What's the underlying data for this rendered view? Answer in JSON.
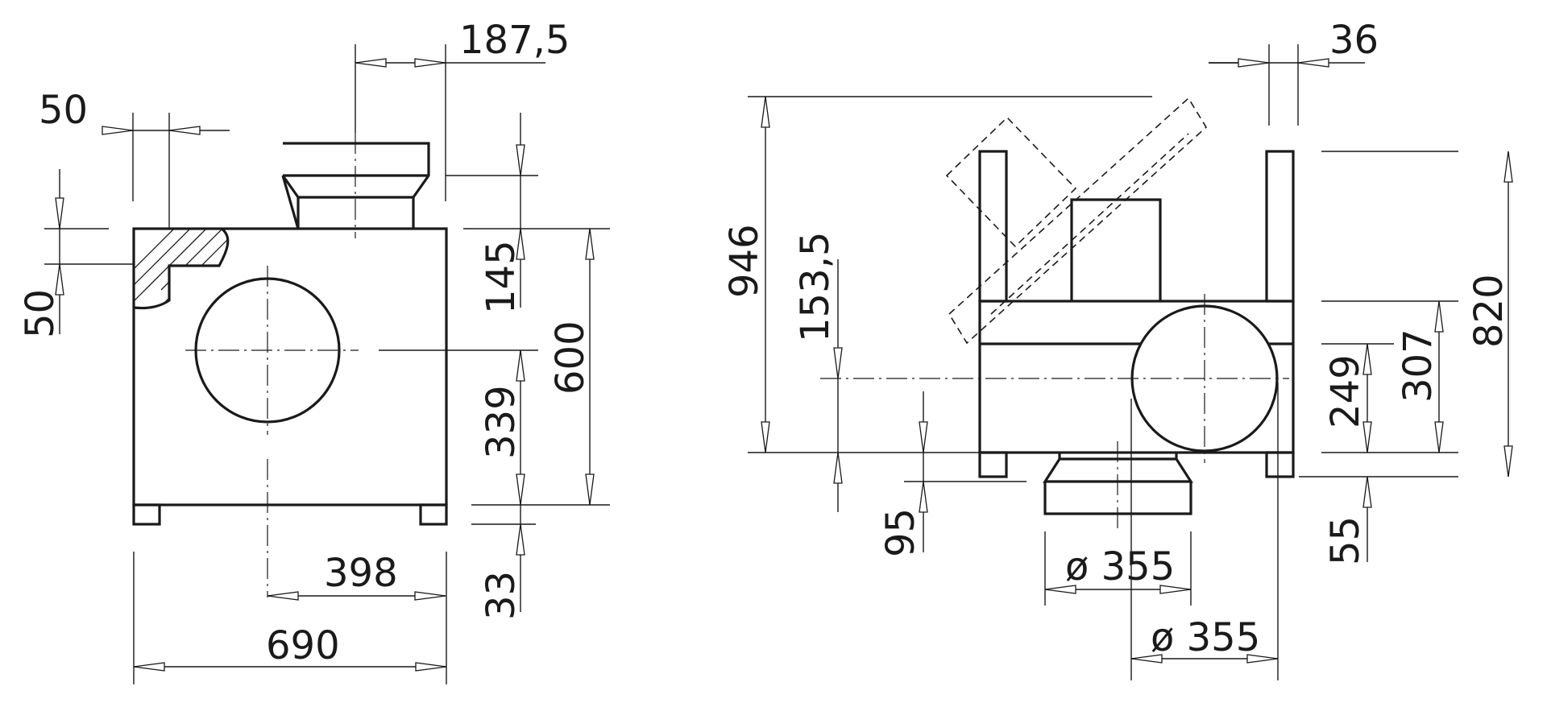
{
  "dimensions": {
    "left_top_offset": "187,5",
    "left_wall_thickness": "50",
    "left_wall_offset": "50",
    "left_spigot_height": "145",
    "left_body_height": "600",
    "left_center_height": "339",
    "left_foot_height": "33",
    "left_center_from_edge": "398",
    "left_total_width": "690",
    "right_bracket_width": "36",
    "right_overall_height": "946",
    "right_center_offset": "153,5",
    "right_outlet_height": "95",
    "right_duct_height": "307",
    "right_center_height": "249",
    "right_total_height": "820",
    "right_foot_height": "55",
    "right_outlet_diameter": "ø 355",
    "right_inlet_diameter": "ø 355"
  }
}
